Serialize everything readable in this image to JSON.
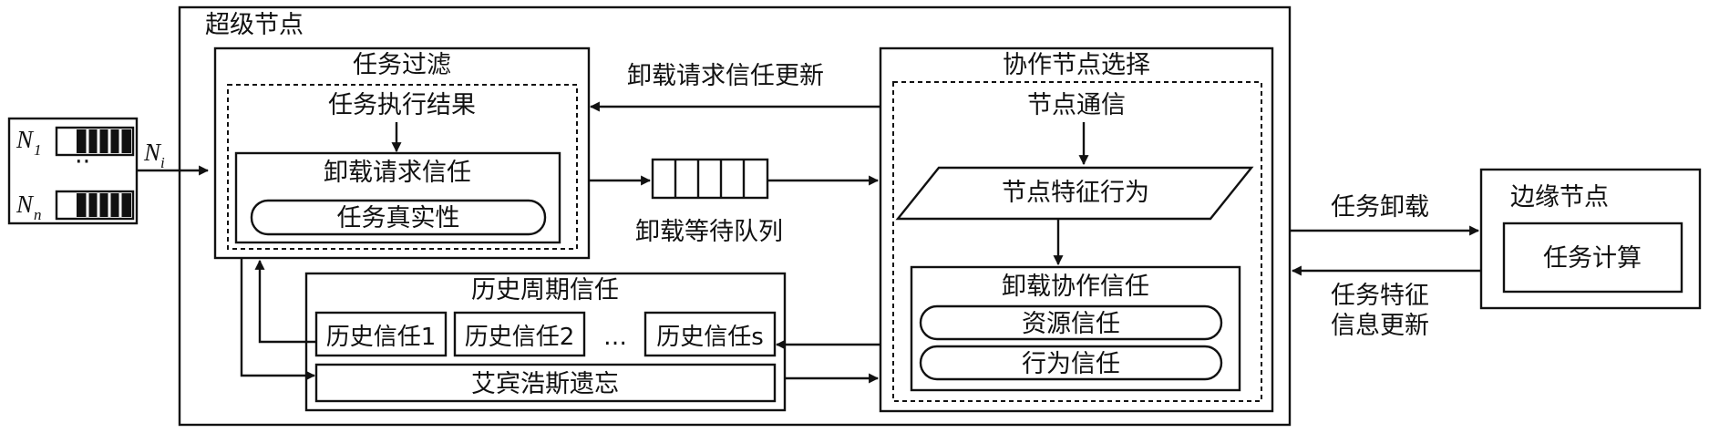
{
  "super_node": {
    "label": "超级节点"
  },
  "task_filter": {
    "title": "任务过滤",
    "exec_result": "任务执行结果",
    "request_trust": "卸载请求信任",
    "authenticity": "任务真实性"
  },
  "queue": {
    "label": "卸载等待队列"
  },
  "trust_update_label": "卸载请求信任更新",
  "coop_select": {
    "title": "协作节点选择",
    "communication": "节点通信",
    "feature_behavior": "节点特征行为",
    "coop_trust": "卸载协作信任",
    "resource_trust": "资源信任",
    "behavior_trust": "行为信任"
  },
  "history": {
    "title": "历史周期信任",
    "items": [
      "历史信任1",
      "历史信任2",
      "…",
      "历史信任s"
    ],
    "forgetting": "艾宾浩斯遗忘"
  },
  "edge_node": {
    "title": "边缘节点",
    "compute": "任务计算"
  },
  "offload_label": "任务卸载",
  "feature_update_label_1": "任务特征",
  "feature_update_label_2": "信息更新",
  "input_nodes": {
    "n1": "N",
    "n1_sub": "1",
    "dots": "··",
    "nn": "N",
    "nn_sub": "n",
    "ni": "N",
    "ni_sub": "i"
  }
}
